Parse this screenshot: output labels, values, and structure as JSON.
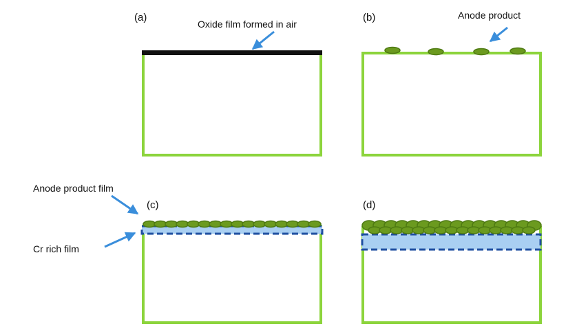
{
  "panels": [
    {
      "id": "a",
      "label": "(a)"
    },
    {
      "id": "b",
      "label": "(b)"
    },
    {
      "id": "c",
      "label": "(c)"
    },
    {
      "id": "d",
      "label": "(d)"
    }
  ],
  "annotations": {
    "oxide_film": "Oxide film formed in air",
    "anode_product": "Anode product",
    "anode_product_film": "Anode product film",
    "cr_rich_film": "Cr rich film"
  },
  "colors": {
    "substrate_outline": "#8CD43C",
    "oxide_film": "#111111",
    "anode_product": "#6B9A1F",
    "anode_product_outline": "#4E7A12",
    "cr_film_fill": "#A9CFF2",
    "cr_film_dash": "#1F4FA0",
    "arrow": "#3A8EDB"
  }
}
